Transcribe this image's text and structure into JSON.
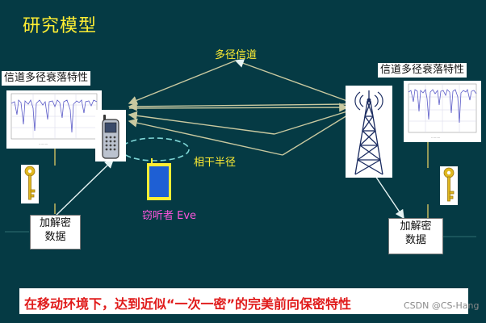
{
  "slide": {
    "title": "研究模型",
    "multipath_label": "多径信道",
    "fading_label_left": "信道多径衰落特性",
    "fading_label_right": "信道多径衰落特性",
    "coherence_label": "相干半径",
    "eavesdropper_label": "窃听者 Eve",
    "crypto_left": [
      "加解密",
      "数据"
    ],
    "crypto_right": [
      "加解密",
      "数据"
    ],
    "banner": "在移动环境下，达到近似“一次一密”的完美前向保密特性",
    "watermark": "CSDN @CS-Hang"
  },
  "colors": {
    "background": "#053a44",
    "title": "#ffee33",
    "eve": "#ff55dd",
    "banner_text": "#e01a1a",
    "arrow": "#c9c9a0",
    "coherence_dash": "#7fd7d7"
  },
  "icons": [
    "mobile-phone-icon",
    "base-station-tower-icon",
    "key-icon",
    "eavesdropper-device-icon"
  ]
}
